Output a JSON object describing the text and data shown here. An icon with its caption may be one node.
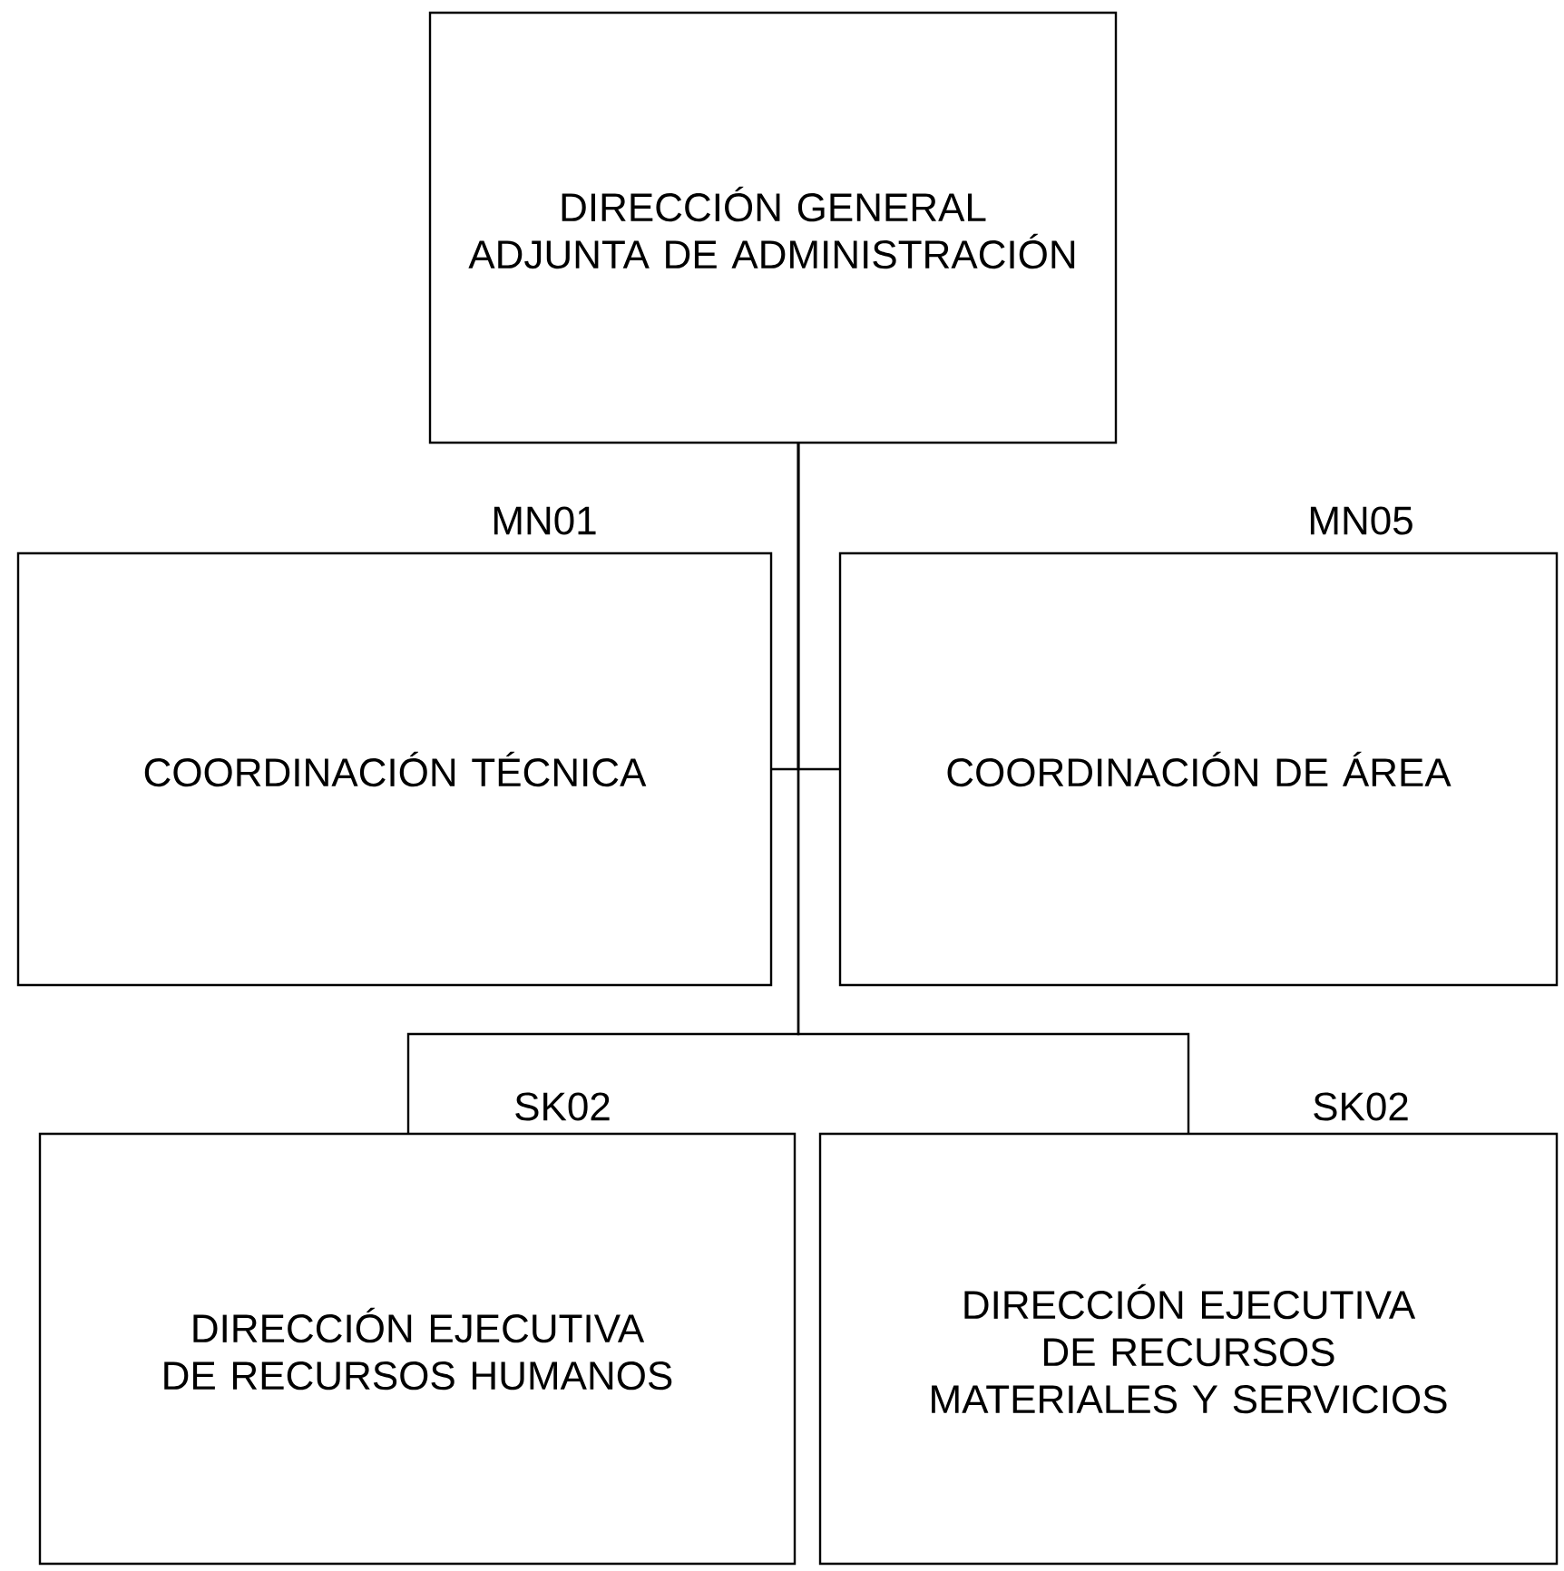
{
  "diagram": {
    "nodes": [
      {
        "text": [
          "DIRECCIÓN GENERAL ADJUNTA DE ADMINISTRACIÓN"
        ]
      },
      {
        "text": [
          "COORDINACIÓN TÉCNICA"
        ],
        "beside": [
          "MN01"
        ]
      },
      {
        "text": [
          "COORDINACIÓN DE ÁREA"
        ],
        "beside": [
          "MN05"
        ]
      },
      {
        "text": [
          "DIRECCIÓN EJECUTIVA DE RECURSOS HUMANOS"
        ],
        "beside": [
          "SK02"
        ]
      },
      {
        "text": [
          "DIRECCIÓN EJECUTIVA DE RECURSOS MATERIALES Y SERVICIOS"
        ],
        "beside": [
          "SK02"
        ]
      }
    ],
    "edges": [
      {
        "from": 0,
        "to": 1,
        "arrow": "none"
      },
      {
        "from": 0,
        "to": 2,
        "arrow": "none"
      },
      {
        "from": 0,
        "to": 3,
        "arrow": "none"
      },
      {
        "from": 0,
        "to": 4,
        "arrow": "none"
      }
    ]
  }
}
